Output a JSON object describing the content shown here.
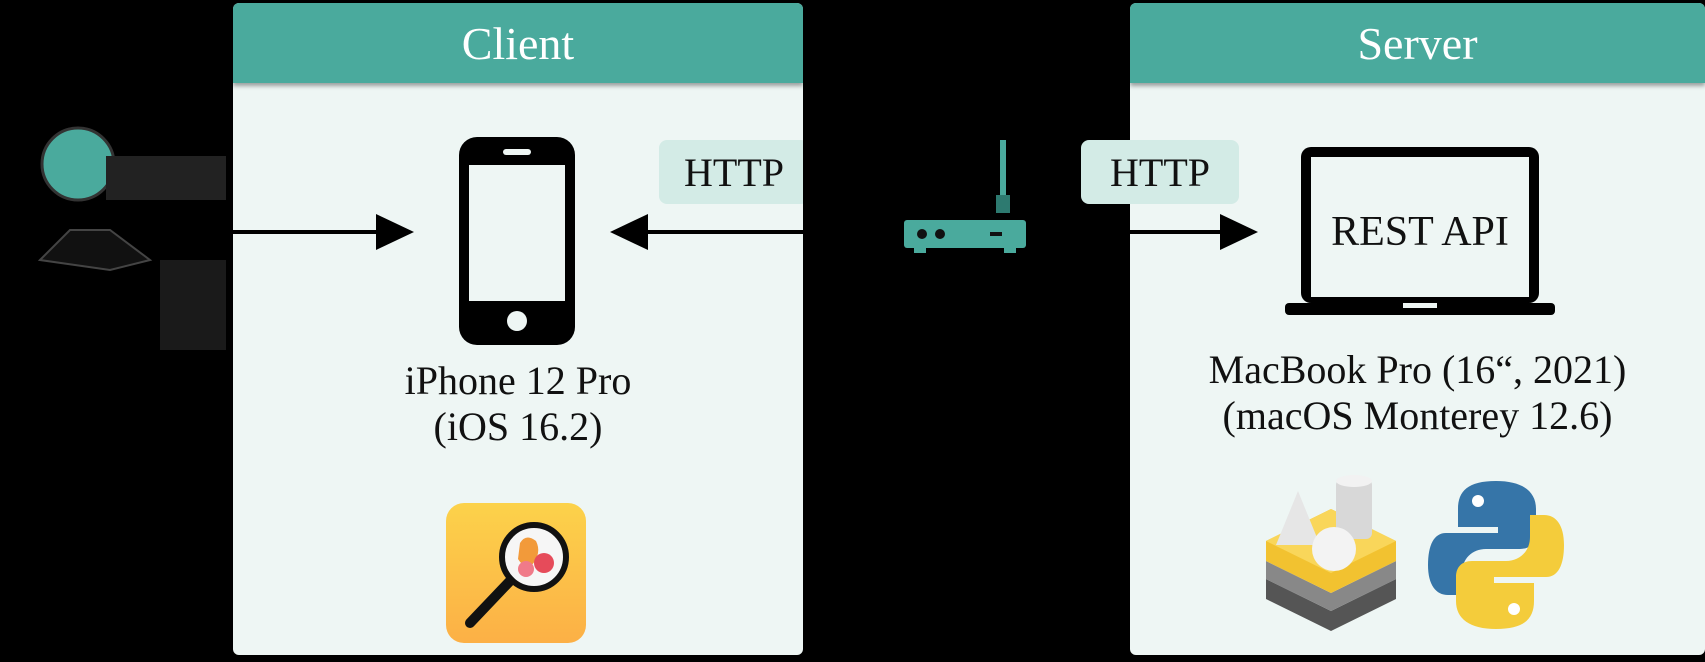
{
  "client": {
    "title": "Client",
    "device_label_line1": "iPhone 12 Pro",
    "device_label_line2": "(iOS 16.2)",
    "http_label": "HTTP"
  },
  "server": {
    "title": "Server",
    "screen_label": "REST API",
    "device_label_line1": "MacBook Pro (16“, 2021)",
    "device_label_line2": "(macOS Monterey 12.6)",
    "http_label": "HTTP"
  },
  "icons": {
    "user": "user-icon",
    "phone": "smartphone-icon",
    "router": "wifi-router-icon",
    "laptop": "laptop-icon",
    "app": "fruit-search-app-icon",
    "coreml": "coreml-icon",
    "python": "python-icon"
  },
  "colors": {
    "accent": "#4aaa9d",
    "panel_bg": "#eef6f4",
    "tag_bg": "#d3ebe6"
  }
}
